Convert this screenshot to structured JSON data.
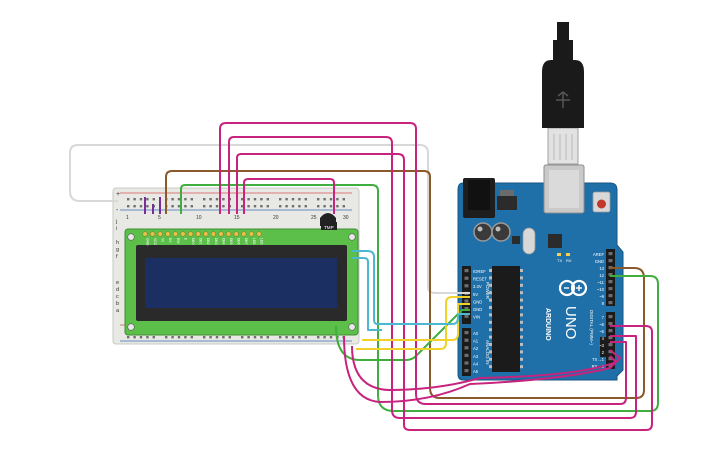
{
  "colors": {
    "board": "#1f6fa8",
    "breadboard": "#e9e9e6",
    "lcd_pcb": "#5cbf4a",
    "lcd_screen": "#1b2f63",
    "wire_magenta": "#c8237e",
    "wire_green": "#3fae3f",
    "wire_brown": "#8b5a2b",
    "wire_yellow": "#f0d22a",
    "wire_cyan": "#4cb8d0",
    "wire_purple": "#7a2d99",
    "wire_white": "#d8d8d8"
  },
  "arduino": {
    "brand": "ARDUINO",
    "model": "UNO",
    "power_header": [
      "IOREF",
      "RESET",
      "3.3V",
      "5V",
      "GND",
      "GND",
      "VIN"
    ],
    "power_label": "POWER",
    "analog_pins": [
      "A0",
      "A1",
      "A2",
      "A3",
      "A4",
      "A5"
    ],
    "analog_label": "ANALOG IN",
    "digital_top": [
      "AREF",
      "GND",
      "13",
      "12",
      "~11",
      "~10",
      "~9",
      "8"
    ],
    "digital_bottom": [
      "7",
      "~6",
      "~5",
      "4",
      "~3",
      "2",
      "TX→1",
      "RX←0"
    ],
    "digital_label": "DIGITAL (PWM~)",
    "tx_label": "TX",
    "rx_label": "RX"
  },
  "lcd": {
    "pin_labels": [
      "GND",
      "VCC",
      "V0",
      "RS",
      "RW",
      "E",
      "DB0",
      "DB1",
      "DB2",
      "DB3",
      "DB4",
      "DB5",
      "DB6",
      "DB7",
      "LED",
      "LED"
    ]
  },
  "sensor": {
    "label": "TMP"
  },
  "breadboard": {
    "row_numbers": [
      "1",
      "5",
      "10",
      "15",
      "20",
      "25",
      "30"
    ],
    "row_letters_top": [
      "j",
      "i",
      "h",
      "g",
      "f"
    ],
    "row_letters_bottom": [
      "e",
      "d",
      "c",
      "b",
      "a"
    ],
    "rail_plus": "+",
    "rail_minus": "-"
  }
}
